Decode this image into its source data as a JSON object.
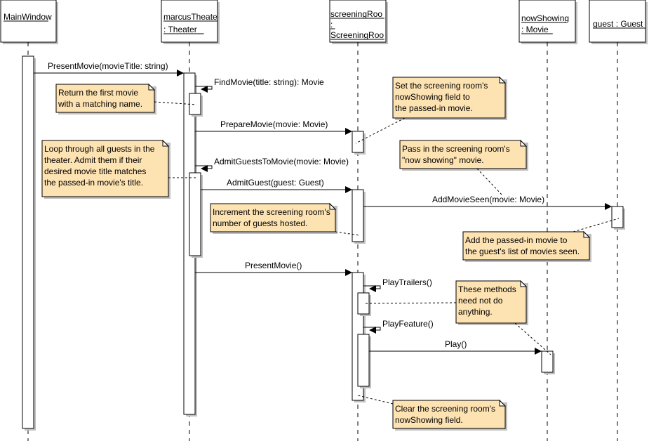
{
  "diagram": {
    "type": "UML sequence diagram",
    "colors": {
      "note_fill": "#fde2b2",
      "shadow": "#c0c0c0",
      "stroke": "#000000",
      "background": "#ffffff"
    },
    "lifelines": [
      {
        "id": "main",
        "lines": [
          "MainWindow"
        ]
      },
      {
        "id": "theater",
        "lines": [
          "marcusTheate",
          ": Theater"
        ]
      },
      {
        "id": "room",
        "lines": [
          "screeningRoo",
          ":",
          "ScreeningRoo"
        ]
      },
      {
        "id": "movie",
        "lines": [
          "nowShowing",
          ": Movie"
        ]
      },
      {
        "id": "guest",
        "lines": [
          "guest : Guest"
        ]
      }
    ],
    "messages": [
      {
        "id": "m1",
        "label": "PresentMovie(movieTitle: string)",
        "from": "main",
        "to": "theater"
      },
      {
        "id": "m2",
        "label": "FindMovie(title: string): Movie",
        "from": "theater",
        "to": "theater",
        "self": true
      },
      {
        "id": "m3",
        "label": "PrepareMovie(movie: Movie)",
        "from": "theater",
        "to": "room"
      },
      {
        "id": "m4",
        "label": "AdmitGuestsToMovie(movie: Movie)",
        "from": "theater",
        "to": "theater",
        "self": true
      },
      {
        "id": "m5",
        "label": "AdmitGuest(guest: Guest)",
        "from": "theater",
        "to": "room"
      },
      {
        "id": "m6",
        "label": "AddMovieSeen(movie: Movie)",
        "from": "room",
        "to": "guest"
      },
      {
        "id": "m7",
        "label": "PresentMovie()",
        "from": "theater",
        "to": "room"
      },
      {
        "id": "m8",
        "label": "PlayTrailers()",
        "from": "room",
        "to": "room",
        "self": true
      },
      {
        "id": "m9",
        "label": "PlayFeature()",
        "from": "room",
        "to": "room",
        "self": true
      },
      {
        "id": "m10",
        "label": "Play()",
        "from": "room",
        "to": "movie"
      }
    ],
    "notes": [
      {
        "id": "n1",
        "lines": [
          "Return the first movie",
          "with a matching name."
        ]
      },
      {
        "id": "n2",
        "lines": [
          "Set the screening room's",
          "nowShowing field to",
          "the passed-in movie."
        ]
      },
      {
        "id": "n3",
        "lines": [
          "Loop through all guests in the",
          "theater. Admit them if their",
          "desired movie title matches",
          "the passed-in movie's title."
        ]
      },
      {
        "id": "n4",
        "lines": [
          "Pass in the screening room's",
          "\"now showing\" movie."
        ]
      },
      {
        "id": "n5",
        "lines": [
          "Increment the screening room's",
          "number of guests hosted."
        ]
      },
      {
        "id": "n6",
        "lines": [
          "Add the passed-in movie to",
          "the guest's list of movies seen."
        ]
      },
      {
        "id": "n7",
        "lines": [
          "These methods",
          "need not do",
          "anything."
        ]
      },
      {
        "id": "n8",
        "lines": [
          "Clear the screening room's",
          "nowShowing field."
        ]
      }
    ]
  }
}
